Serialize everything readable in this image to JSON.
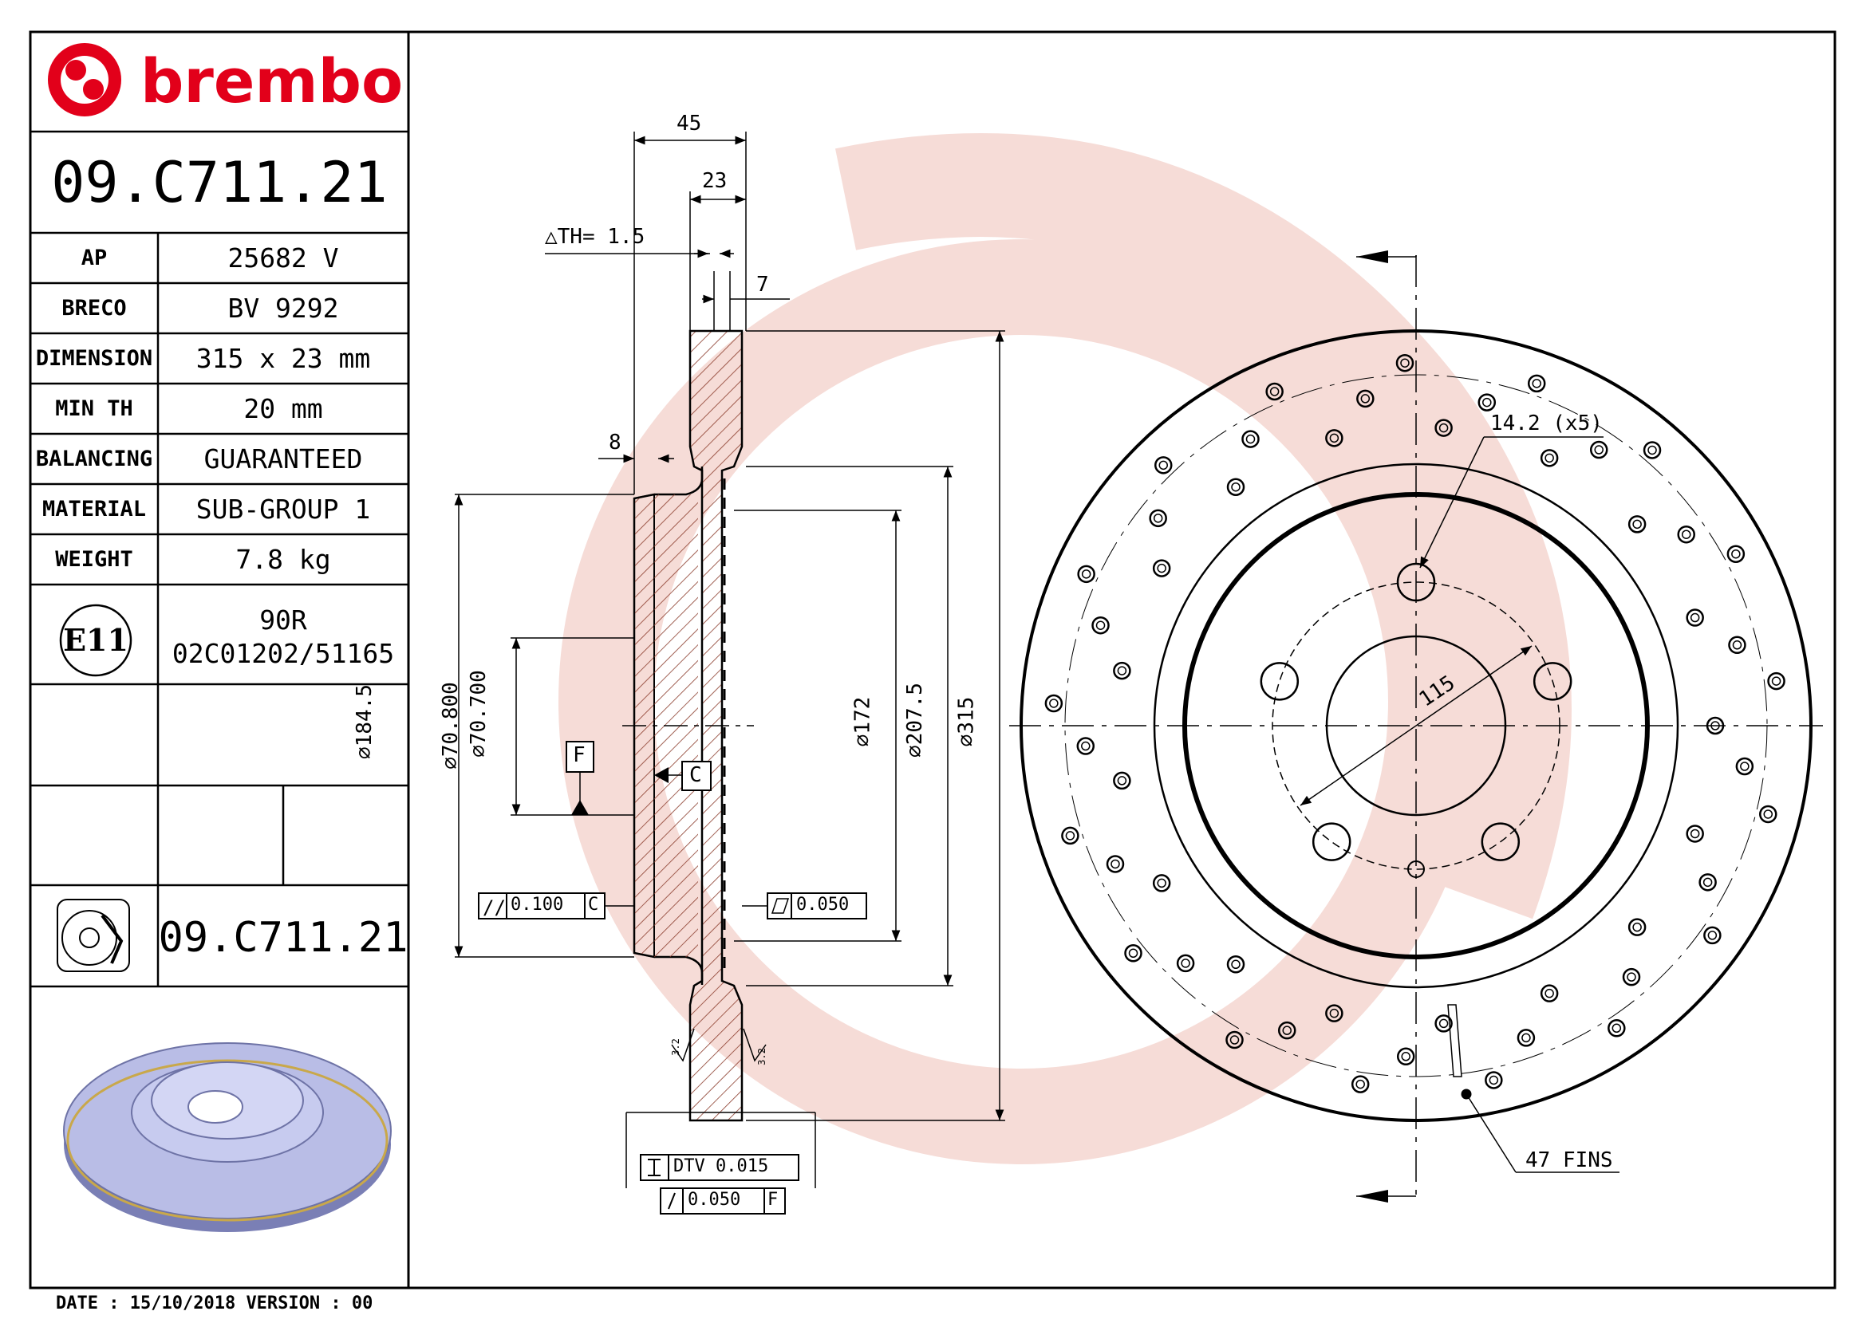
{
  "brand": {
    "name": "brembo"
  },
  "part_number": "09.C711.21",
  "specs": [
    {
      "label": "AP",
      "value": "25682 V"
    },
    {
      "label": "BRECO",
      "value": "BV 9292"
    },
    {
      "label": "DIMENSION",
      "value": "315 x 23 mm"
    },
    {
      "label": "MIN TH",
      "value": "20 mm"
    },
    {
      "label": "BALANCING",
      "value": "GUARANTEED"
    },
    {
      "label": "MATERIAL",
      "value": "SUB-GROUP 1"
    },
    {
      "label": "WEIGHT",
      "value": "7.8 kg"
    }
  ],
  "approval": {
    "mark": "E11",
    "line1": "90R",
    "line2": "02C01202/51165"
  },
  "bottom_part_number": "09.C711.21",
  "footer": {
    "date_label": "DATE :",
    "date": "15/10/2018",
    "version_label": "VERSION :",
    "version": "00"
  },
  "dimensions": {
    "width_total": "45",
    "thickness": "23",
    "delta_th": "△TH= 1.5",
    "vent_gap": "7",
    "hat_wall": "8",
    "d_184": "⌀184.5",
    "d_70_max": "⌀70.800",
    "d_70_min": "⌀70.700",
    "d_172": "⌀172",
    "d_207": "⌀207.5",
    "d_315": "⌀315",
    "datum_f": "F",
    "datum_c": "C",
    "parallelism": "0.100",
    "parallelism_ref": "C",
    "flatness": "0.050",
    "dtv": "DTV 0.015",
    "runout": "0.050",
    "runout_ref": "F",
    "roughness": "3.2",
    "bolt_holes": "14.2 (x5)",
    "pcd": "115",
    "fins": "47 FINS"
  },
  "colors": {
    "brand_red": "#e2001a",
    "watermark": "#f3d6d1",
    "section_hatch": "#8a3a2a",
    "disc_render": "#b9bde6"
  }
}
